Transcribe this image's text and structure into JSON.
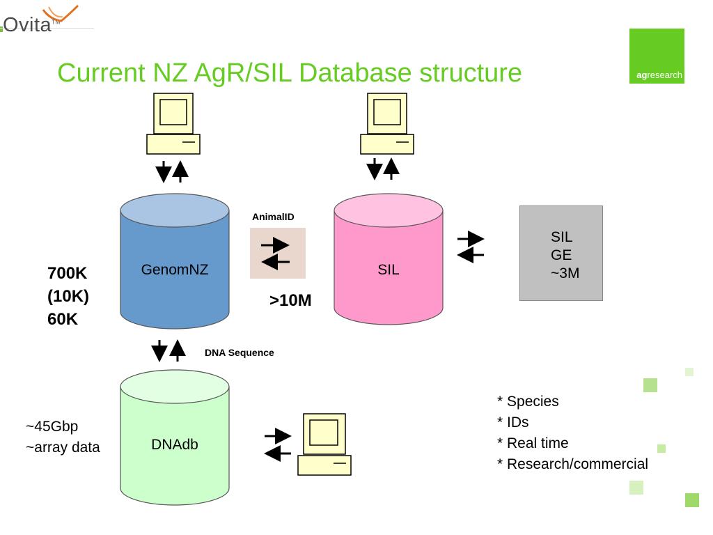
{
  "header": {
    "logo_text": "Ovita",
    "logo_tm": "TM",
    "title": "Current NZ AgR/SIL Database structure",
    "brand_ag": "ag",
    "brand_research": "research"
  },
  "databases": {
    "genomnz": "GenomNZ",
    "sil": "SIL",
    "dnadb": "DNAdb"
  },
  "links": {
    "animal_id": "AnimalID",
    "dna_sequence": "DNA Sequence"
  },
  "stats": {
    "genomnz_counts": [
      "700K",
      "(10K)",
      "60K"
    ],
    "sil_count": ">10M",
    "dnadb_notes": [
      "~45Gbp",
      "~array data"
    ]
  },
  "sil_ge_box": [
    "SIL",
    "GE",
    "~3M"
  ],
  "features": [
    "* Species",
    "* IDs",
    "* Real time",
    "* Research/commercial"
  ],
  "colors": {
    "title_green": "#66cc22",
    "genomnz_blue": "#6699cc",
    "sil_pink": "#ff99cc",
    "dnadb_green": "#ccffcc",
    "sil_box_gray": "#c0c0c0",
    "animal_box": "#e9d6cd"
  },
  "icons": [
    "computer-icon",
    "arrow-icon",
    "database-icon"
  ]
}
